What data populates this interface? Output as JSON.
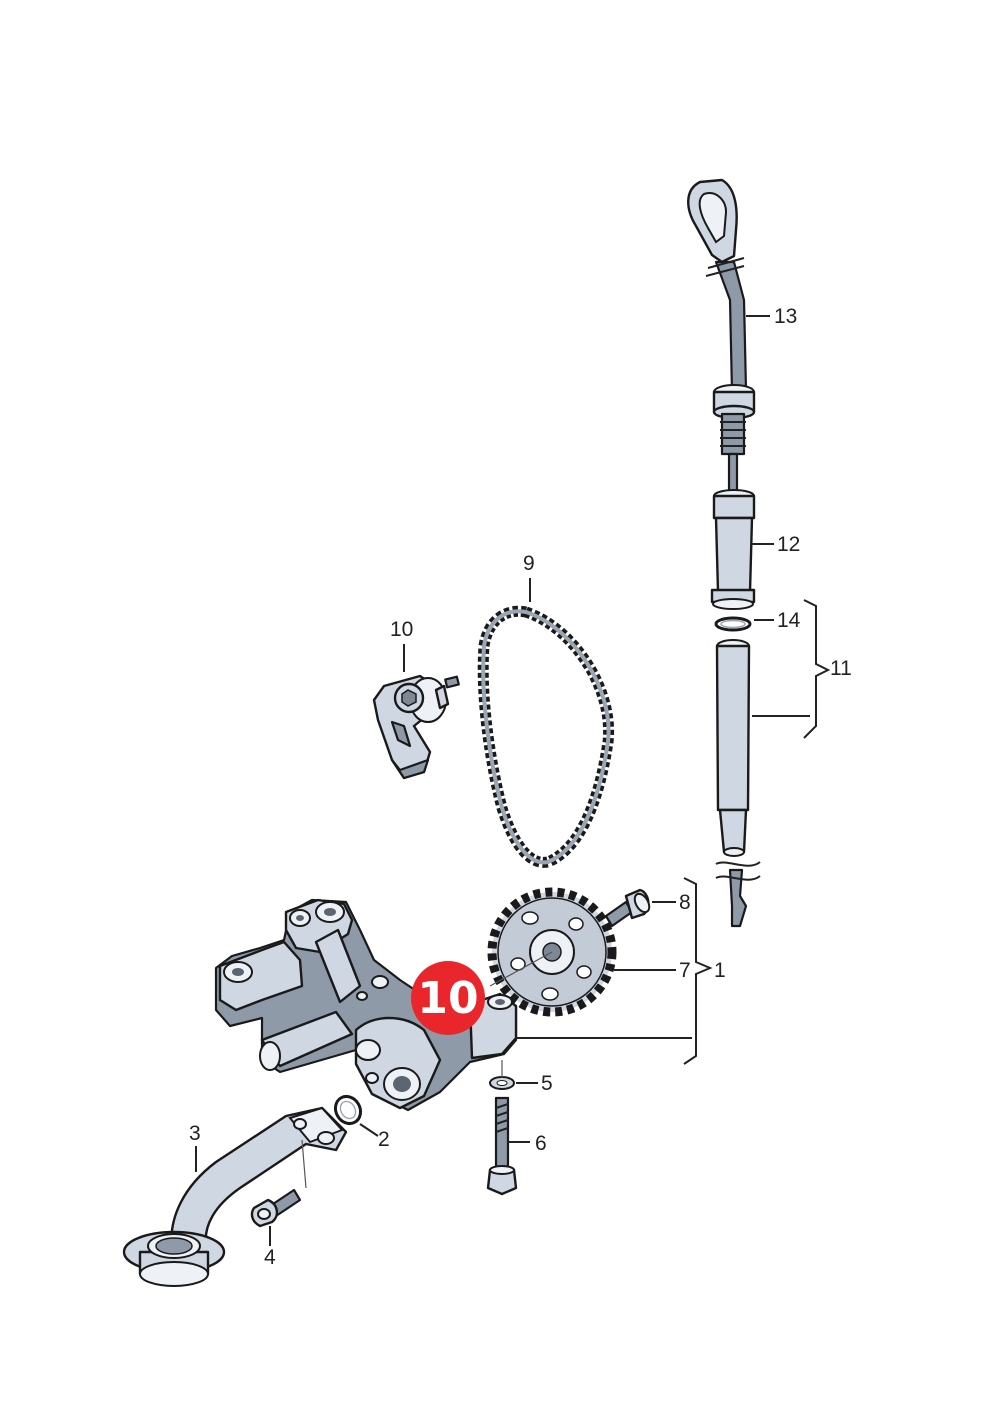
{
  "highlight": {
    "label": "10",
    "color": "#e8262c"
  },
  "callouts": [
    {
      "id": "c1",
      "text": "1"
    },
    {
      "id": "c2",
      "text": "2"
    },
    {
      "id": "c3",
      "text": "3"
    },
    {
      "id": "c4",
      "text": "4"
    },
    {
      "id": "c5",
      "text": "5"
    },
    {
      "id": "c6",
      "text": "6"
    },
    {
      "id": "c7",
      "text": "7"
    },
    {
      "id": "c8",
      "text": "8"
    },
    {
      "id": "c9",
      "text": "9"
    },
    {
      "id": "c10",
      "text": "10"
    },
    {
      "id": "c11",
      "text": "11"
    },
    {
      "id": "c12",
      "text": "12"
    },
    {
      "id": "c13",
      "text": "13"
    },
    {
      "id": "c14",
      "text": "14"
    }
  ]
}
